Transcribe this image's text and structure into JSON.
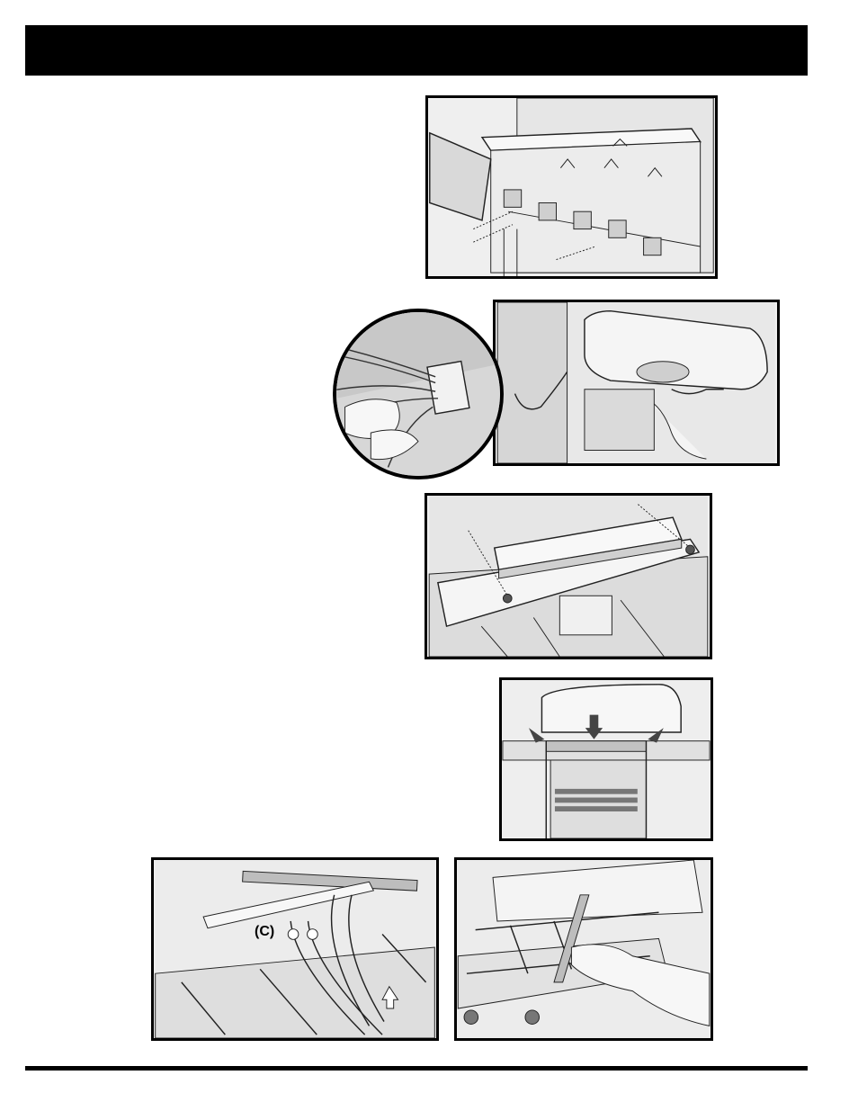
{
  "page": {
    "colors": {
      "bar": "#000000",
      "panel": "#efefef",
      "line": "#222222",
      "shade": "#bdbdbd"
    }
  },
  "illustrations": [
    {
      "id": "control-panel-removal",
      "icon": "grill-control-valves-diagram"
    },
    {
      "id": "igniter-wiring",
      "icon": "ignition-wire-diagram"
    },
    {
      "id": "igniter-wire-connection-detail",
      "icon": "hand-connecting-wires-diagram"
    },
    {
      "id": "heat-deflector-bracket",
      "icon": "bracket-screws-diagram"
    },
    {
      "id": "frame-front-view",
      "icon": "grill-front-arrows-diagram"
    },
    {
      "id": "crossover-tube",
      "icon": "burner-tube-diagram"
    },
    {
      "id": "burner-removal",
      "icon": "hands-lifting-burner-diagram"
    }
  ],
  "callouts": {
    "c_label": "(C)"
  }
}
